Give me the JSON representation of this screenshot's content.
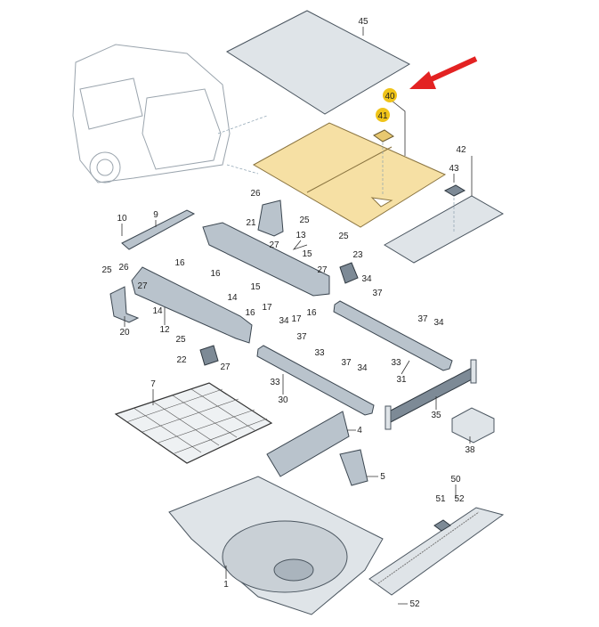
{
  "diagram": {
    "title": "Luggage compartment floor parts diagram",
    "highlight_color": "#f0c419",
    "arrow_color": "#e32222",
    "floor_color": "#f6e0a4",
    "labels": [
      "45",
      "40",
      "41",
      "42",
      "43",
      "26",
      "25",
      "21",
      "27",
      "10",
      "9",
      "13",
      "15",
      "25",
      "23",
      "27",
      "25",
      "26",
      "16",
      "16",
      "15",
      "14",
      "27",
      "14",
      "12",
      "20",
      "34",
      "37",
      "16",
      "17",
      "16",
      "17",
      "34",
      "37",
      "33",
      "25",
      "22",
      "27",
      "37",
      "34",
      "37",
      "34",
      "33",
      "31",
      "33",
      "30",
      "7",
      "4",
      "35",
      "38",
      "5",
      "50",
      "51",
      "52",
      "1",
      "52"
    ]
  }
}
